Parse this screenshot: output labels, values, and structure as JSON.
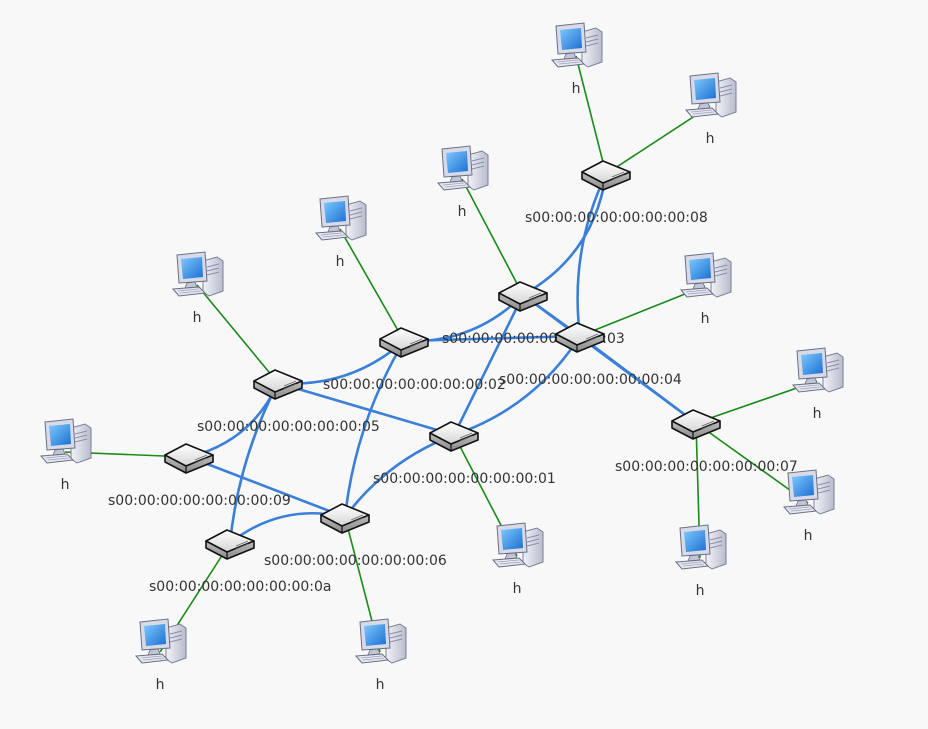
{
  "colors": {
    "switch_link": "#3a7fd8",
    "host_link": "#1a8a1a",
    "background": "#f8f8f8",
    "label": "#333333"
  },
  "switches": [
    {
      "id": "s1",
      "label": "s00:00:00:00:00:00:00:01",
      "icon": "network-switch-icon"
    },
    {
      "id": "s2",
      "label": "s00:00:00:00:00:00:00:02",
      "icon": "network-switch-icon"
    },
    {
      "id": "s3",
      "label": "s00:00:00:00:00:00:00:03",
      "icon": "network-switch-icon"
    },
    {
      "id": "s4",
      "label": "s00:00:00:00:00:00:00:04",
      "icon": "network-switch-icon"
    },
    {
      "id": "s5",
      "label": "s00:00:00:00:00:00:00:05",
      "icon": "network-switch-icon"
    },
    {
      "id": "s6",
      "label": "s00:00:00:00:00:00:00:06",
      "icon": "network-switch-icon"
    },
    {
      "id": "s7",
      "label": "s00:00:00:00:00:00:00:07",
      "icon": "network-switch-icon"
    },
    {
      "id": "s8",
      "label": "s00:00:00:00:00:00:00:08",
      "icon": "network-switch-icon"
    },
    {
      "id": "s9",
      "label": "s00:00:00:00:00:00:00:09",
      "icon": "network-switch-icon"
    },
    {
      "id": "s10",
      "label": "s00:00:00:00:00:00:00:0a",
      "icon": "network-switch-icon"
    }
  ],
  "hosts": [
    {
      "id": "h8a",
      "label": "h",
      "icon": "desktop-computer-icon"
    },
    {
      "id": "h8b",
      "label": "h",
      "icon": "desktop-computer-icon"
    },
    {
      "id": "h3",
      "label": "h",
      "icon": "desktop-computer-icon"
    },
    {
      "id": "h2",
      "label": "h",
      "icon": "desktop-computer-icon"
    },
    {
      "id": "h5",
      "label": "h",
      "icon": "desktop-computer-icon"
    },
    {
      "id": "h4",
      "label": "h",
      "icon": "desktop-computer-icon"
    },
    {
      "id": "h9",
      "label": "h",
      "icon": "desktop-computer-icon"
    },
    {
      "id": "h7a",
      "label": "h",
      "icon": "desktop-computer-icon"
    },
    {
      "id": "h7b",
      "label": "h",
      "icon": "desktop-computer-icon"
    },
    {
      "id": "h7c",
      "label": "h",
      "icon": "desktop-computer-icon"
    },
    {
      "id": "h1",
      "label": "h",
      "icon": "desktop-computer-icon"
    },
    {
      "id": "h10",
      "label": "h",
      "icon": "desktop-computer-icon"
    },
    {
      "id": "h6",
      "label": "h",
      "icon": "desktop-computer-icon"
    }
  ],
  "switch_links": [
    [
      "s8",
      "s3"
    ],
    [
      "s8",
      "s4"
    ],
    [
      "s3",
      "s4"
    ],
    [
      "s3",
      "s2"
    ],
    [
      "s3",
      "s1"
    ],
    [
      "s3",
      "s7"
    ],
    [
      "s4",
      "s7"
    ],
    [
      "s4",
      "s1"
    ],
    [
      "s4",
      "s2"
    ],
    [
      "s2",
      "s5"
    ],
    [
      "s2",
      "s6"
    ],
    [
      "s5",
      "s1"
    ],
    [
      "s5",
      "s9"
    ],
    [
      "s5",
      "s10"
    ],
    [
      "s9",
      "s6"
    ],
    [
      "s10",
      "s6"
    ],
    [
      "s1",
      "s6"
    ]
  ],
  "host_links": [
    [
      "h8a",
      "s8"
    ],
    [
      "h8b",
      "s8"
    ],
    [
      "h3",
      "s3"
    ],
    [
      "h2",
      "s2"
    ],
    [
      "h5",
      "s5"
    ],
    [
      "h4",
      "s4"
    ],
    [
      "h9",
      "s9"
    ],
    [
      "h7a",
      "s7"
    ],
    [
      "h7b",
      "s7"
    ],
    [
      "h7c",
      "s7"
    ],
    [
      "h1",
      "s1"
    ],
    [
      "h10",
      "s10"
    ],
    [
      "h6",
      "s6"
    ]
  ]
}
